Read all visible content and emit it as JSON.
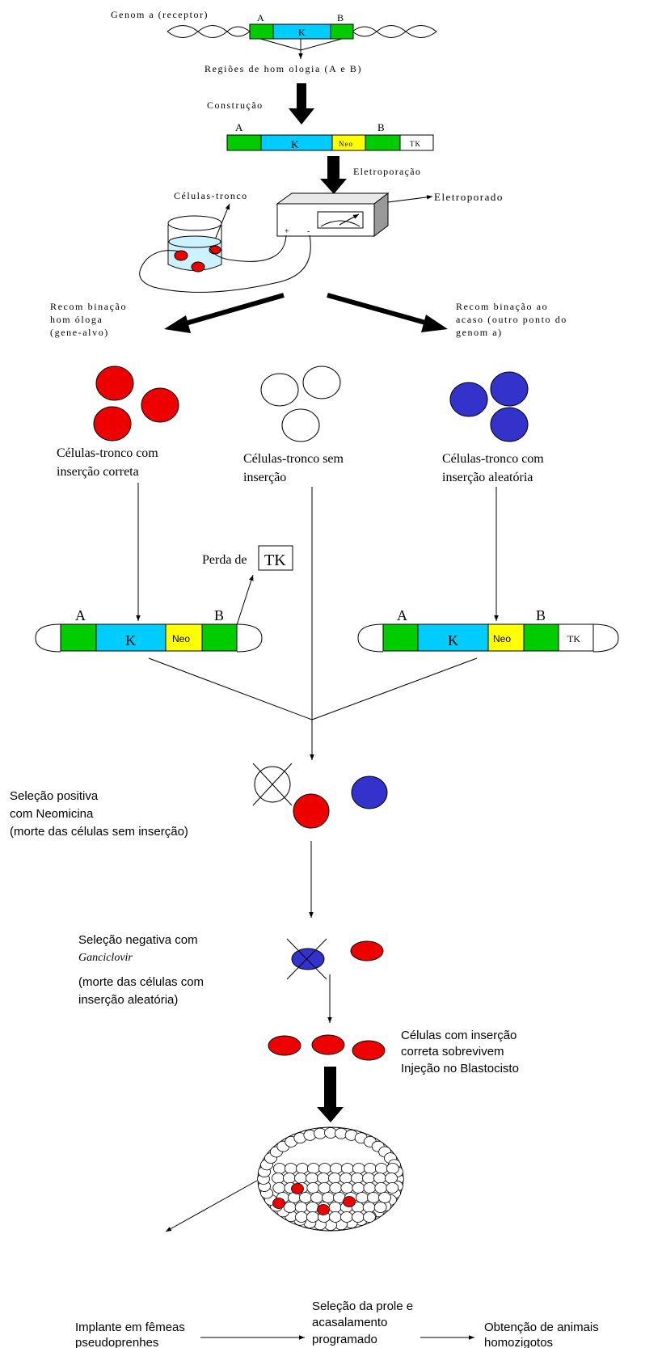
{
  "colors": {
    "green": "#00cc00",
    "cyan": "#00ccff",
    "yellow": "#ffff00",
    "red": "#ee0000",
    "blue": "#3333cc",
    "gray": "#999999",
    "light_blue": "#ccf2ff"
  },
  "top": {
    "genome_label": "Genom a (receptor)",
    "seg_a": "A",
    "seg_k": "K",
    "seg_b": "B",
    "homology_label": "Regiões de hom ologia (A e B)",
    "construct_label": "Construção",
    "construct": {
      "a": "A",
      "k": "K",
      "neo": "Neo",
      "b": "B",
      "tk": "TK"
    },
    "electroporation_label": "Eletroporação",
    "stem_cells_label": "Células-tronco",
    "electroporator_label": "Eletroporado",
    "plus_sign": "+",
    "minus_sign": "-"
  },
  "branches": {
    "left": [
      "Recom binação",
      "hom óloga",
      "(gene-alvo)"
    ],
    "right": [
      "Recom binação ao",
      "acaso (outro ponto do",
      "genom a)"
    ]
  },
  "groups": {
    "correct": [
      "Células-tronco com",
      "inserção correta"
    ],
    "none": [
      "Células-tronco sem",
      "inserção"
    ],
    "random": [
      "Células-tronco com",
      "inserção aleatória"
    ]
  },
  "loss": {
    "text": "Perda de",
    "tk": "TK"
  },
  "lower_constructs": {
    "left": {
      "a": "A",
      "k": "K",
      "neo": "Neo",
      "b": "B"
    },
    "right": {
      "a": "A",
      "k": "K",
      "neo": "Neo",
      "b": "B",
      "tk": "TK"
    }
  },
  "positive": [
    "Seleção positiva",
    "com Neomicina",
    "(morte das células sem inserção)"
  ],
  "negative": {
    "line1": "Seleção negativa com",
    "drug": "Ganciclovir",
    "line3": "(morte das células com",
    "line4": "inserção aleatória)"
  },
  "survive": [
    "Células com inserção",
    "correta sobrevivem",
    "Injeção no Blastocisto"
  ],
  "bottom": {
    "implant": [
      "Implante em fêmeas",
      "pseudoprenhes"
    ],
    "selection": [
      "Seleção da prole e",
      "acasalamento",
      "programado"
    ],
    "result": [
      "Obtenção de animais",
      "homozigotos"
    ]
  }
}
